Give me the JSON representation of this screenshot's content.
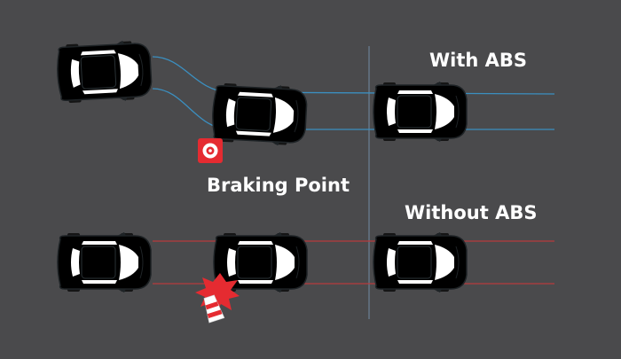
{
  "labels": {
    "with_abs": "With ABS",
    "without_abs": "Without ABS",
    "braking_point": "Braking Point"
  },
  "colors": {
    "background": "#4a4a4c",
    "abs_car": "#8fa6a5",
    "abs_car_roof": "#7d9796",
    "abs_track": "#3b8fc0",
    "nonabs_car": "#f0c38d",
    "nonabs_car_roof": "#e7b173",
    "nonabs_track": "#b83a3d",
    "windshield": "#ffffff",
    "wheel": "#151515",
    "divider": "#6a7c90",
    "marker": "#e52b31",
    "impact": "#e52b31"
  },
  "icons": {
    "braking_marker": "target-cone-icon",
    "impact": "collision-burst-icon",
    "knocked_cone": "traffic-cone-icon"
  }
}
